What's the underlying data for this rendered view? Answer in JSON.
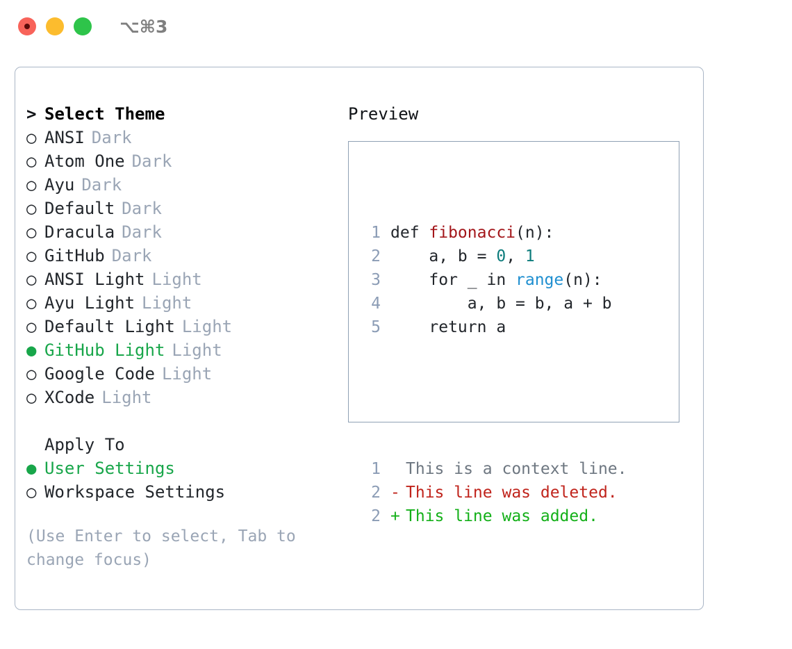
{
  "titlebar": {
    "shortcut": "⌥⌘3",
    "dots": [
      "close",
      "minimize",
      "zoom"
    ]
  },
  "theme_list": {
    "header": "Select Theme",
    "header_prefix": ">",
    "bullet_unselected": "○",
    "bullet_selected": "●",
    "items": [
      {
        "name": "ANSI",
        "tag": "Dark",
        "selected": false
      },
      {
        "name": "Atom One",
        "tag": "Dark",
        "selected": false
      },
      {
        "name": "Ayu",
        "tag": "Dark",
        "selected": false
      },
      {
        "name": "Default",
        "tag": "Dark",
        "selected": false
      },
      {
        "name": "Dracula",
        "tag": "Dark",
        "selected": false
      },
      {
        "name": "GitHub",
        "tag": "Dark",
        "selected": false
      },
      {
        "name": "ANSI Light",
        "tag": "Light",
        "selected": false
      },
      {
        "name": "Ayu Light",
        "tag": "Light",
        "selected": false
      },
      {
        "name": "Default Light",
        "tag": "Light",
        "selected": false
      },
      {
        "name": "GitHub Light",
        "tag": "Light",
        "selected": true
      },
      {
        "name": "Google Code",
        "tag": "Light",
        "selected": false
      },
      {
        "name": "XCode",
        "tag": "Light",
        "selected": false
      }
    ]
  },
  "apply_to": {
    "header": "Apply To",
    "items": [
      {
        "name": "User Settings",
        "selected": true
      },
      {
        "name": "Workspace Settings",
        "selected": false
      }
    ]
  },
  "hint": "(Use Enter to select, Tab to change focus)",
  "preview": {
    "title": "Preview",
    "code_lines": [
      {
        "num": "1",
        "tokens": [
          {
            "t": "def ",
            "c": "plain"
          },
          {
            "t": "fibonacci",
            "c": "fn"
          },
          {
            "t": "(n):",
            "c": "plain"
          }
        ]
      },
      {
        "num": "2",
        "tokens": [
          {
            "t": "    a, b = ",
            "c": "plain"
          },
          {
            "t": "0",
            "c": "num"
          },
          {
            "t": ", ",
            "c": "plain"
          },
          {
            "t": "1",
            "c": "num"
          }
        ]
      },
      {
        "num": "3",
        "tokens": [
          {
            "t": "    for _ in ",
            "c": "plain"
          },
          {
            "t": "range",
            "c": "bi"
          },
          {
            "t": "(n):",
            "c": "plain"
          }
        ]
      },
      {
        "num": "4",
        "tokens": [
          {
            "t": "        a, b = b, a + b",
            "c": "plain"
          }
        ]
      },
      {
        "num": "5",
        "tokens": [
          {
            "t": "    return a",
            "c": "plain"
          }
        ]
      }
    ],
    "diff_lines": [
      {
        "num": "1",
        "mark": " ",
        "text": "This is a context line.",
        "kind": "ctx"
      },
      {
        "num": "2",
        "mark": "-",
        "text": "This line was deleted.",
        "kind": "del"
      },
      {
        "num": "2",
        "mark": "+",
        "text": "This line was added.",
        "kind": "add"
      }
    ]
  },
  "colors": {
    "selected_green": "#18a64a",
    "tag_gray": "#9aa5b5",
    "fn_red": "#a3161a",
    "num_teal": "#0d7c7c",
    "builtin_blue": "#1f8fd0",
    "diff_add": "#14b019",
    "diff_del": "#c0241c",
    "border": "#aab6c6"
  }
}
